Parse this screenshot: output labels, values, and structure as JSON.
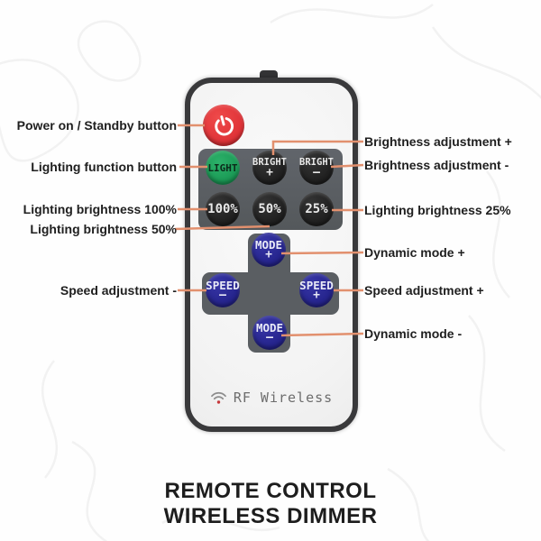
{
  "title": {
    "line1": "REMOTE CONTROL",
    "line2": "WIRELESS DIMMER"
  },
  "remote": {
    "brand": "RF Wireless",
    "buttons": {
      "light": {
        "label": "LIGHT"
      },
      "bright_plus": {
        "label": "BRIGHT",
        "sign": "+"
      },
      "bright_minus": {
        "label": "BRIGHT",
        "sign": "–"
      },
      "pct100": {
        "label": "100%"
      },
      "pct50": {
        "label": "50%"
      },
      "pct25": {
        "label": "25%"
      },
      "mode_plus": {
        "label": "MODE",
        "sign": "+"
      },
      "speed_minus": {
        "label": "SPEED",
        "sign": "–"
      },
      "speed_plus": {
        "label": "SPEED",
        "sign": "+"
      },
      "mode_minus": {
        "label": "MODE",
        "sign": "–"
      }
    },
    "icons": {
      "power": "power-icon",
      "wifi": "wifi-icon"
    }
  },
  "callouts": {
    "left": {
      "power": "Power on / Standby button",
      "light": "Lighting function button",
      "b100": "Lighting brightness 100%",
      "b50": "Lighting brightness 50%",
      "speed_minus": "Speed adjustment -"
    },
    "right": {
      "bright_plus": "Brightness adjustment +",
      "bright_minus": "Brightness adjustment -",
      "b25": "Lighting brightness 25%",
      "mode_plus": "Dynamic mode +",
      "speed_plus": "Speed adjustment +",
      "mode_minus": "Dynamic mode -"
    }
  },
  "colors": {
    "callout_line": "#e2906e",
    "power_red": "#e0343a",
    "light_green": "#21a45d",
    "key_blue": "#2b2a94",
    "panel_gray": "#5a5e62",
    "remote_border": "#39393b"
  }
}
